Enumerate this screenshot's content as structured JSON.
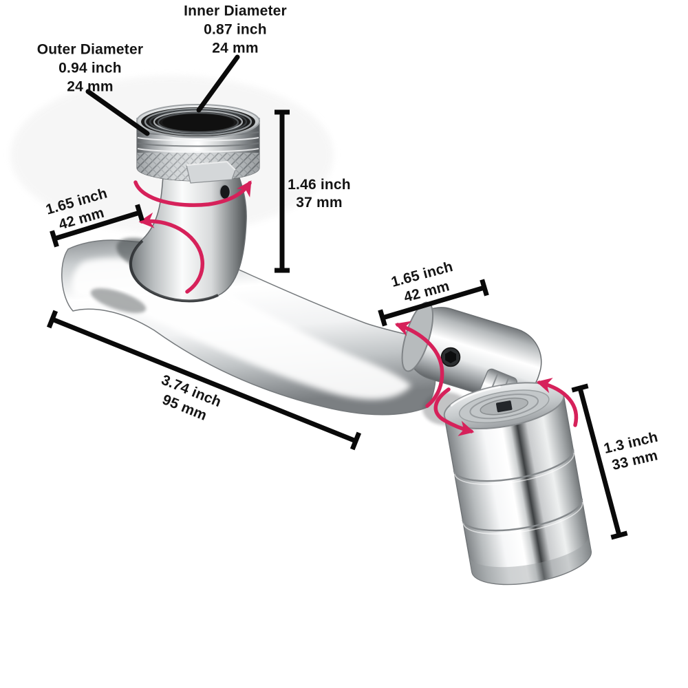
{
  "page": {
    "background": "#ffffff"
  },
  "colors": {
    "text": "#141414",
    "dimension_line": "#0a0a0a",
    "rotation_arrow": "#d6215a",
    "chrome_highlight": "#ffffff",
    "chrome_shadow": "#55595c"
  },
  "callouts": {
    "outer_diameter": {
      "title": "Outer Diameter",
      "inch": "0.94 inch",
      "mm": "24 mm"
    },
    "inner_diameter": {
      "title": "Inner Diameter",
      "inch": "0.87 inch",
      "mm": "24 mm"
    }
  },
  "dimensions": {
    "swivel_height": {
      "inch": "1.46 inch",
      "mm": "37 mm"
    },
    "elbow_swivel": {
      "inch": "1.65 inch",
      "mm": "42 mm"
    },
    "joint_swivel": {
      "inch": "1.65 inch",
      "mm": "42 mm"
    },
    "arm_length": {
      "inch": "3.74 inch",
      "mm": "95 mm"
    },
    "head_height": {
      "inch": "1.3 inch",
      "mm": "33 mm"
    }
  }
}
